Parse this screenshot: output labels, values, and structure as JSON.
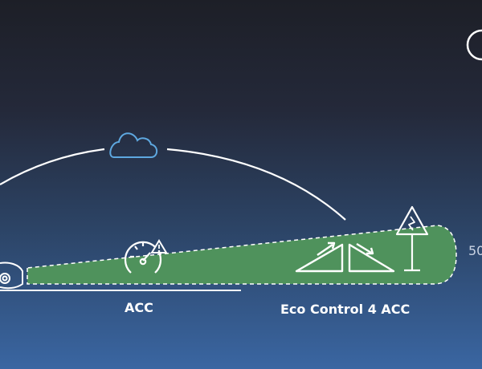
{
  "labels": {
    "acc": "ACC",
    "eco_control": "Eco Control 4 ACC",
    "distance": "50"
  },
  "icons": [
    "cloud-icon",
    "speedometer-warning-icon",
    "uphill-slope-icon",
    "downhill-slope-icon",
    "road-sign-icon",
    "vehicle-icon",
    "partial-circle-icon"
  ],
  "colors": {
    "background_top": "#1d1f27",
    "background_bottom": "#3a66a2",
    "eco_zone_fill": "#4f925c",
    "cloud_stroke": "#5ea8e0",
    "line": "#ffffff"
  }
}
